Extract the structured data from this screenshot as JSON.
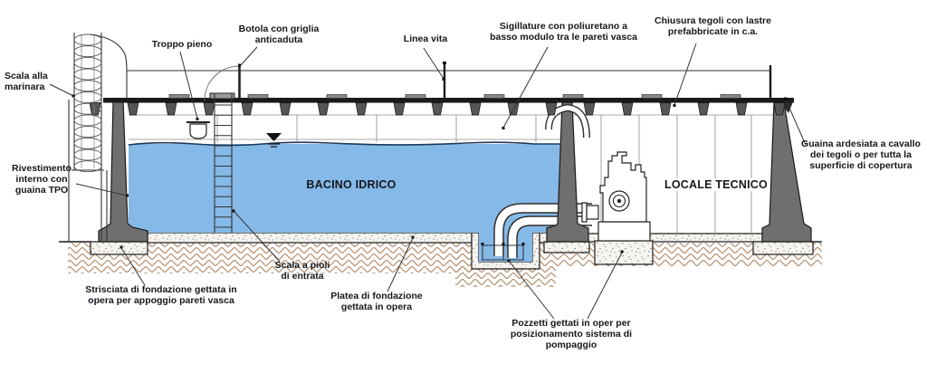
{
  "scene": {
    "type": "technical-section-drawing",
    "subject": "Sezione vasca di accumulo idrico con locale tecnico",
    "language": "it"
  },
  "colors": {
    "water": "#85b9e8",
    "wall": "#6f6f6f",
    "hatchline": "#b58e6b",
    "speckle_bg": "#f6f4ef",
    "ink": "#1a1a1a",
    "text": "#14181c"
  },
  "areas": {
    "bacino": "BACINO IDRICO",
    "locale": "LOCALE TECNICO"
  },
  "callouts": {
    "scala_marinara": {
      "text": "Scala alla\nmarinara"
    },
    "troppo_pieno": {
      "text": "Troppo pieno"
    },
    "botola": {
      "text": "Botola con griglia\nanticaduta"
    },
    "linea_vita": {
      "text": "Linea vita"
    },
    "sigillature": {
      "text": "Sigillature con poliuretano a\nbasso modulo tra le pareti vasca"
    },
    "chiusura_tegoli": {
      "text": "Chiusura tegoli con lastre\nprefabbricate in c.a."
    },
    "guaina_ardesiata": {
      "text": "Guaina ardesiata a cavallo\ndei tegoli o per tutta la\nsuperficie di copertura"
    },
    "rivestimento": {
      "text": "Rivestimento\ninterno con\nguaina TPO"
    },
    "strisciata": {
      "text": "Strisciata di fondazione gettata in\nopera per appoggio pareti vasca"
    },
    "scala_pioli": {
      "text": "Scala a pioli\ndi entrata"
    },
    "platea": {
      "text": "Platea di fondazione\ngettata in opera"
    },
    "pozzetti": {
      "text": "Pozzetti gettati in oper per\nposizionamento sistema di\npompaggio"
    }
  }
}
